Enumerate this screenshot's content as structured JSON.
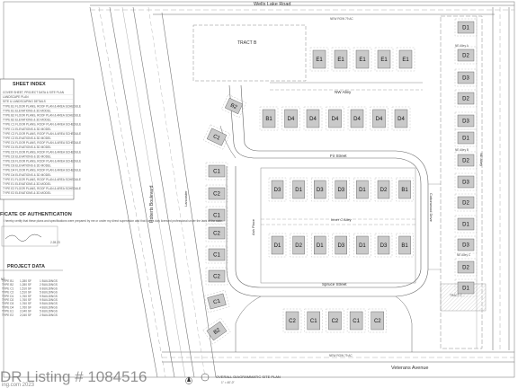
{
  "streets": {
    "wells_lake": "Wells Lake Road",
    "roberts": "Roberts Boulevard",
    "fir": "Fir Street",
    "spruce": "Spruce Street",
    "veterans": "Veterans Avenue",
    "nw_alley": "NW Alley",
    "inner_c_alley": "Inner C Alley",
    "ash_place": "Ash Place",
    "cottonwood": "Cottonwood Drive",
    "ne_alley_a": "NE Alley A",
    "ne_alley_b": "NE Alley B",
    "ne_alley_c": "NE Alley C",
    "ne_alley": "NE Alley",
    "row_top": "NEW ROW 79 AC",
    "row_bottom": "NEW ROW 79 AC",
    "lancaster": "Lancaster",
    "tract_b": "TRACT B",
    "tract_c": "TRACT C"
  },
  "sheet_index": {
    "title": "SHEET INDEX",
    "rows": [
      "COVER SHEET, PROJECT DATA & SITE PLAN",
      "LANDSCAPE PLAN",
      "SITE & LANDSCAPING DETAILS",
      "TYPE B1  FLOOR PLANS, ROOF PLAN & AREA SCHEDULE",
      "TYPE B1  ELEVATIONS & 3D MODEL",
      "TYPE B2  FLOOR PLANS, ROOF PLAN & AREA SCHEDULE",
      "TYPE B2  ELEVATIONS & 3D MODEL",
      "TYPE C1  FLOOR PLANS, ROOF PLAN & AREA SCHEDULE",
      "TYPE C1  ELEVATIONS & 3D MODEL",
      "TYPE C2  FLOOR PLANS, ROOF PLAN & AREA SCHEDULE",
      "TYPE C2  ELEVATIONS & 3D MODEL",
      "TYPE D1  FLOOR PLANS, ROOF PLAN & AREA SCHEDULE",
      "TYPE D1  ELEVATIONS & 3D MODEL",
      "TYPE D2  FLOOR PLANS, ROOF PLAN & AREA SCHEDULE",
      "TYPE D2  ELEVATIONS & 3D MODEL",
      "TYPE D3  FLOOR PLANS, ROOF PLAN & AREA SCHEDULE",
      "TYPE D3  ELEVATIONS & 3D MODEL",
      "TYPE D4  FLOOR PLANS, ROOF PLAN & AREA SCHEDULE",
      "TYPE D4  ELEVATIONS & 3D MODEL",
      "TYPE E1  FLOOR PLANS, ROOF PLAN & AREA SCHEDULE",
      "TYPE E1  ELEVATIONS & 3D MODEL",
      "TYPE E2  FLOOR PLANS, ROOF PLAN & AREA SCHEDULE",
      "TYPE E2  ELEVATIONS & 3D MODEL"
    ]
  },
  "certificate": {
    "title": "FICATE OF AUTHENTICATION",
    "body": "I hereby certify that these plans and specifications were prepared by me or under my direct supervision and that I am a duly licensed professional under the laws of the state.",
    "date": "2.28.23"
  },
  "project_data": {
    "title": "PROJECT DATA",
    "label": "NG",
    "rows": [
      [
        "TYPE B1",
        "1,280 SF",
        "1 BUILDINGS"
      ],
      [
        "TYPE B2",
        "1,280 SF",
        "2 BUILDINGS"
      ],
      [
        "TYPE C1",
        "1,510 SF",
        "6 BUILDINGS"
      ],
      [
        "TYPE C2",
        "1,510 SF",
        "5 BUILDINGS"
      ],
      [
        "TYPE D1",
        "1,760 SF",
        "9 BUILDINGS"
      ],
      [
        "TYPE D2",
        "1,760 SF",
        "9 BUILDINGS"
      ],
      [
        "TYPE D3",
        "1,760 SF",
        "9 BUILDINGS"
      ],
      [
        "TYPE D4",
        "1,760 SF",
        "4 BUILDINGS"
      ],
      [
        "TYPE E1",
        "2,040 SF",
        "5 BUILDINGS"
      ],
      [
        "TYPE E2",
        "2,040 SF",
        "2 BUILDINGS"
      ]
    ]
  },
  "plan_title": {
    "title": "OVERALL DIAGRAMMATIC SITE PLAN",
    "scale": "1\" = 40'-0\""
  },
  "lots": {
    "e_row": [
      "E1",
      "E1",
      "E1",
      "E1",
      "E1"
    ],
    "nw_b2": "B2",
    "d4_row": [
      "B1",
      "D4",
      "D4",
      "D4",
      "D4",
      "D4",
      "D4"
    ],
    "west": [
      "C1",
      "C1",
      "C2",
      "C1",
      "C2",
      "C1",
      "C2",
      "C1",
      "B2"
    ],
    "inner_top": [
      "D3",
      "D1",
      "D3",
      "D3",
      "D1",
      "D2",
      "B1"
    ],
    "inner_bot": [
      "D1",
      "D2",
      "D1",
      "D3",
      "D1",
      "D3",
      "B1"
    ],
    "bottom": [
      "C2",
      "C1",
      "C2",
      "C1",
      "C2"
    ],
    "east": [
      "D1",
      "D2",
      "D3",
      "D2",
      "D3",
      "D1",
      "D2",
      "D3",
      "D2",
      "D1",
      "D3",
      "D2",
      "D1"
    ]
  },
  "watermark": {
    "listing": "DR Listing # 1084516",
    "site": "ing.com 2023"
  }
}
